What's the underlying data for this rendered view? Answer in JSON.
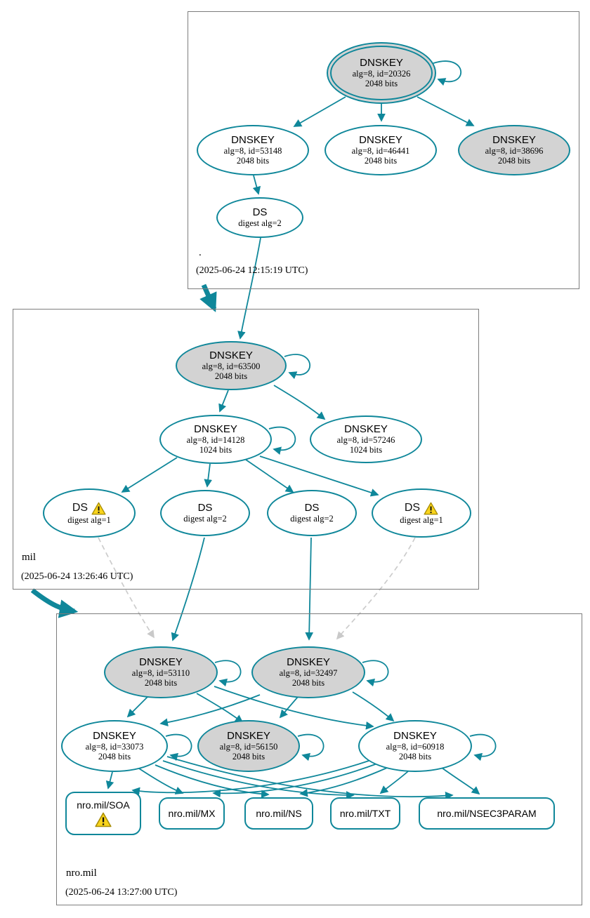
{
  "diagram": {
    "kind": "DNSSEC authentication chain graph",
    "colors": {
      "secure_teal": "#0f879a",
      "sep_key_fill": "#d3d3d3",
      "node_fill": "#ffffff",
      "dashed_edge": "#cccccc",
      "warning_yellow": "#f9d41c",
      "zone_border": "#7d7d7d"
    }
  },
  "root": {
    "label": ".",
    "timestamp": "(2025-06-24 12:15:19 UTC)",
    "ksk": {
      "title": "DNSKEY",
      "detail": "alg=8, id=20326",
      "bits": "2048 bits"
    },
    "zsk1": {
      "title": "DNSKEY",
      "detail": "alg=8, id=53148",
      "bits": "2048 bits"
    },
    "zsk2": {
      "title": "DNSKEY",
      "detail": "alg=8, id=46441",
      "bits": "2048 bits"
    },
    "zsk3": {
      "title": "DNSKEY",
      "detail": "alg=8, id=38696",
      "bits": "2048 bits"
    },
    "ds": {
      "title": "DS",
      "detail": "digest alg=2"
    }
  },
  "mil": {
    "label": "mil",
    "timestamp": "(2025-06-24 13:26:46 UTC)",
    "ksk": {
      "title": "DNSKEY",
      "detail": "alg=8, id=63500",
      "bits": "2048 bits"
    },
    "zsk1": {
      "title": "DNSKEY",
      "detail": "alg=8, id=14128",
      "bits": "1024 bits"
    },
    "zsk2": {
      "title": "DNSKEY",
      "detail": "alg=8, id=57246",
      "bits": "1024 bits"
    },
    "ds1": {
      "title": "DS",
      "detail": "digest alg=1"
    },
    "ds2": {
      "title": "DS",
      "detail": "digest alg=2"
    },
    "ds3": {
      "title": "DS",
      "detail": "digest alg=2"
    },
    "ds4": {
      "title": "DS",
      "detail": "digest alg=1"
    }
  },
  "nromil": {
    "label": "nro.mil",
    "timestamp": "(2025-06-24 13:27:00 UTC)",
    "ksk1": {
      "title": "DNSKEY",
      "detail": "alg=8, id=53110",
      "bits": "2048 bits"
    },
    "ksk2": {
      "title": "DNSKEY",
      "detail": "alg=8, id=32497",
      "bits": "2048 bits"
    },
    "zsk1": {
      "title": "DNSKEY",
      "detail": "alg=8, id=33073",
      "bits": "2048 bits"
    },
    "zsk2": {
      "title": "DNSKEY",
      "detail": "alg=8, id=56150",
      "bits": "2048 bits"
    },
    "zsk3": {
      "title": "DNSKEY",
      "detail": "alg=8, id=60918",
      "bits": "2048 bits"
    },
    "rrsets": {
      "soa": "nro.mil/SOA",
      "mx": "nro.mil/MX",
      "ns": "nro.mil/NS",
      "txt": "nro.mil/TXT",
      "nsec3param": "nro.mil/NSEC3PARAM"
    }
  }
}
